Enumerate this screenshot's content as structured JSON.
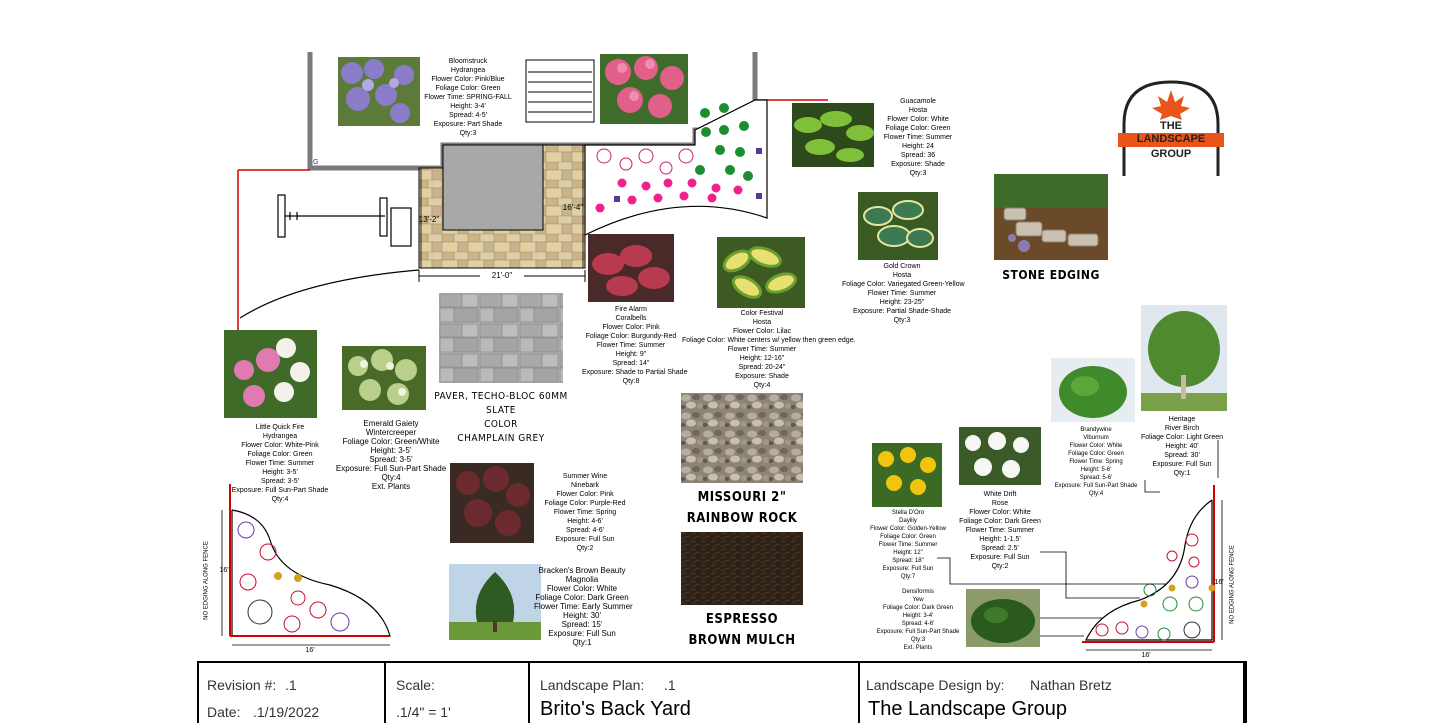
{
  "plants": {
    "bloomstruck": [
      "Bloomstruck",
      "Hydrangea",
      "Flower Color: Pink/Blue",
      "Foliage Color: Green",
      "Flower Time: SPRING-FALL",
      "Height: 3-4'",
      "Spread: 4-5'",
      "Exposure: Part Shade",
      "Qty:3"
    ],
    "guacamole": [
      "Guacamole",
      "Hosta",
      "Flower Color: White",
      "Foliage Color: Green",
      "Flower Time: Summer",
      "Height: 24",
      "Spread: 36",
      "Exposure: Shade",
      "Qty:3"
    ],
    "gold_crown": [
      "Gold Crown",
      "Hosta",
      "Foliage Color: Variegated Green-Yellow",
      "Flower Time: Summer",
      "Height: 23-25\"",
      "Exposure: Partial Shade-Shade",
      "Qty:3"
    ],
    "fire_alarm": [
      "Fire Alarm",
      "Coralbells",
      "Flower Color: Pink",
      "Foliage Color: Burgundy-Red",
      "Flower Time: Summer",
      "Height: 9\"",
      "Spread: 14\"",
      "Exposure: Shade to Partial Shade",
      "Qty:8"
    ],
    "color_festival": [
      "Color Festival",
      "Hosta",
      "Flower Color: Lilac",
      "Foliage Color: White centers w/ yellow then green edge.",
      "Flower Time: Summer",
      "Height: 12-16\"",
      "Spread: 20-24\"",
      "Exposure: Shade",
      "Qty:4"
    ],
    "little_quick_fire": [
      "Little Quick Fire",
      "Hydrangea",
      "Flower Color: White-Pink",
      "Foliage Color: Green",
      "Flower Time: Summer",
      "Height: 3-5'",
      "Spread: 3-5'",
      "Exposure: Full Sun-Part Shade",
      "Qty:4"
    ],
    "emerald_gaiety": [
      "Emerald Gaiety",
      "Wintercreeper",
      "Foliage Color: Green/White",
      "Height: 3-5'",
      "Spread: 3-5'",
      "Exposure: Full Sun-Part Shade",
      "Qty:4",
      "Ext. Plants"
    ],
    "summer_wine": [
      "Summer Wine",
      "Ninebark",
      "Flower Color: Pink",
      "Foliage Color: Purple-Red",
      "Flower Time: Spring",
      "Height: 4-6'",
      "Spread: 4-6'",
      "Exposure: Full Sun",
      "Qty:2"
    ],
    "brackens": [
      "Bracken's Brown Beauty",
      "Magnolia",
      "Flower Color: White",
      "Foliage Color: Dark Green",
      "Flower Time: Early Summer",
      "Height: 30'",
      "Spread: 15'",
      "Exposure: Full Sun",
      "Qty:1"
    ],
    "stella": [
      "Stella D'Oro",
      "Daylily",
      "Flower Color: Golden-Yellow",
      "Foliage Color: Green",
      "Flower Time: Summer",
      "Height: 12\"",
      "Spread: 18\"",
      "Exposure: Full Sun",
      "Qty:7"
    ],
    "white_drift": [
      "White Drift",
      "Rose",
      "Flower Color: White",
      "Foliage Color: Dark Green",
      "Flower Time: Summer",
      "Height: 1-1.5'",
      "Spread: 2.5'",
      "Exposure: Full Sun",
      "Qty:2"
    ],
    "brandywine": [
      "Brandywine",
      "Viburnum",
      "Flower Color: White",
      "Foliage Color: Green",
      "Flower Time: Spring",
      "Height: 5-6'",
      "Spread: 5-6'",
      "Exposure: Full Sun-Part Shade",
      "Qty:4"
    ],
    "heritage": [
      "Heritage",
      "River Birch",
      "Foliage Color: Light Green",
      "Height: 40'",
      "Spread: 30'",
      "Exposure: Full Sun",
      "Qty:1"
    ],
    "densiformis": [
      "Densiformis",
      "Yew",
      "Foliage Color: Dark Green",
      "Height: 3-4'",
      "Spread: 4-6'",
      "Exposure: Full Sun-Part Shade",
      "Qty:3",
      "Ext. Plants"
    ]
  },
  "materials": {
    "paver": [
      "PAVER, TECHO-BLOC 60MM",
      "SLATE",
      "COLOR",
      "CHAMPLAIN GREY"
    ],
    "rock": [
      "MISSOURI 2\"",
      "RAINBOW ROCK"
    ],
    "mulch": [
      "ESPRESSO",
      "BROWN MULCH"
    ],
    "stone_edging": "STONE EDGING"
  },
  "dimensions": {
    "patio_width": "21'-0\"",
    "patio_left": "13'-2\"",
    "patio_right": "16'-4\"",
    "left_bed_side": "16'",
    "left_bed_bottom": "16'",
    "right_bed_side": "16'",
    "right_bed_bottom": "16'",
    "no_edging": "NO EDGING ALONG FENCE"
  },
  "logo": {
    "line1": "THE",
    "line2": "LANDSCAPE",
    "line3": "GROUP"
  },
  "title_block": {
    "revision_label": "Revision #:",
    "revision_value": ".1",
    "date_label": "Date:",
    "date_value": ".1/19/2022",
    "scale_label": "Scale:",
    "scale_value": ".1/4\" = 1'",
    "plan_label": "Landscape Plan:",
    "plan_value": ".1",
    "plan_name": "Brito's Back Yard",
    "design_label": "Landscape Design by:",
    "designer": "Nathan Bretz",
    "company": "The Landscape Group"
  },
  "colors": {
    "accent_red": "#d40000",
    "logo_orange": "#e8541a",
    "paver_grey": "#a8a8a8"
  }
}
